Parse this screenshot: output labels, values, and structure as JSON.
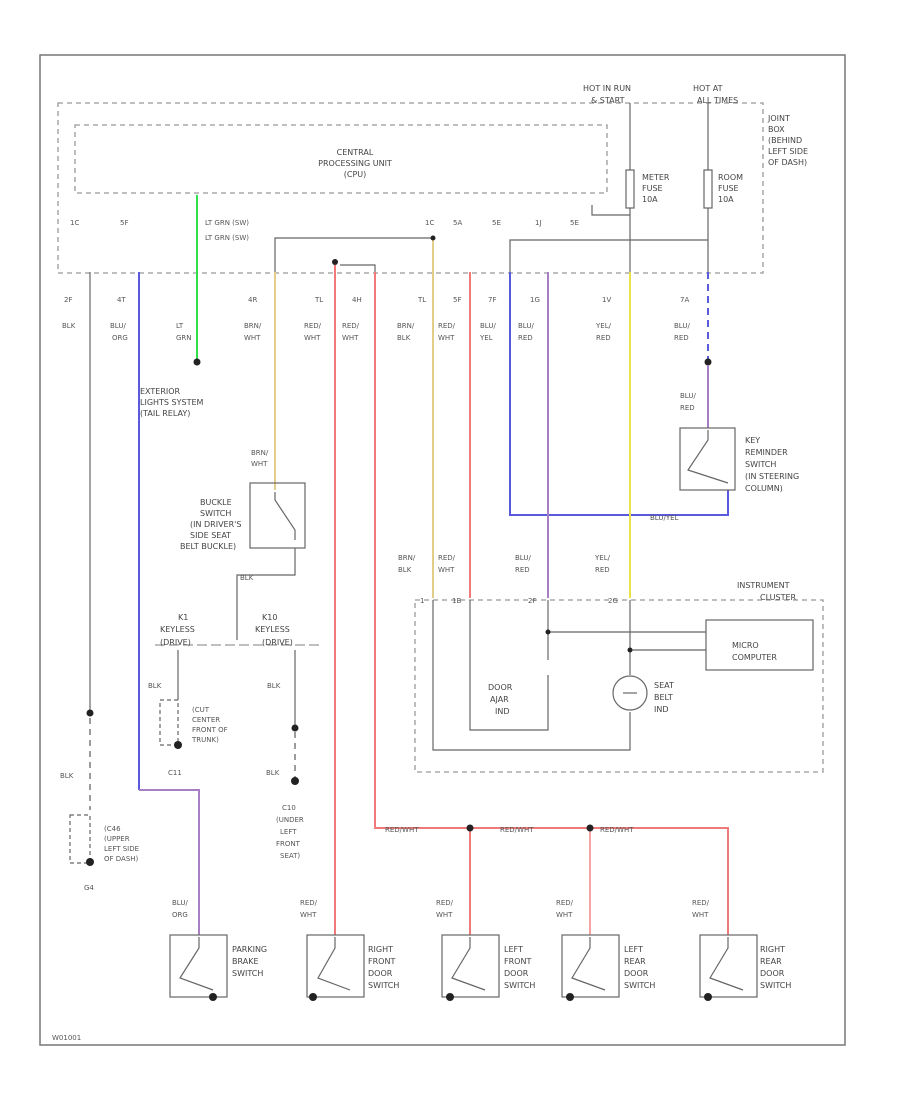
{
  "fuse": {
    "hot_run": "HOT IN RUN",
    "hot_run_2": "& START",
    "hot_at": "HOT AT",
    "hot_at_2": "ALL TIMES",
    "box": [
      "JOINT",
      "BOX",
      "(BEHIND",
      "LEFT SIDE",
      "OF DASH)"
    ],
    "meter_fuse": [
      "METER",
      "FUSE",
      "10A"
    ],
    "room_fuse": [
      "ROOM",
      "FUSE",
      "10A"
    ]
  },
  "cpu": {
    "title": [
      "CENTRAL",
      "PROCESSING UNIT",
      "(CPU)"
    ]
  },
  "cpu_pins": [
    "1C",
    "5F",
    "",
    "",
    "",
    "1C",
    "5A",
    "5E",
    "1J",
    "5E"
  ],
  "wpu_lines": [
    "LT GRN (SW)",
    "LT GRN (SW)"
  ],
  "upper_pins": [
    "2F",
    "4T",
    "",
    "4R",
    "TL",
    "4H",
    "TL",
    "5F",
    "7F",
    "1G",
    "1V",
    "7A"
  ],
  "upper_colors": [
    [
      "BLK"
    ],
    [
      "BLU/",
      "ORG"
    ],
    [
      "LT",
      "GRN"
    ],
    [
      "BRN/",
      "WHT"
    ],
    [
      "RED/",
      "WHT"
    ],
    [
      "RED/",
      "WHT"
    ],
    [
      "BRN/",
      "BLK"
    ],
    [
      "RED/",
      "WHT"
    ],
    [
      "BLU/",
      "YEL"
    ],
    [
      "BLU/",
      "RED"
    ],
    [
      "YEL/",
      "RED"
    ],
    [
      "BLU/",
      "RED"
    ]
  ],
  "exterior": [
    "EXTERIOR",
    "LIGHTS SYSTEM",
    "(TAIL RELAY)"
  ],
  "buckle": {
    "wire": [
      "BRN/",
      "WHT"
    ],
    "label": [
      "BUCKLE",
      "SWITCH",
      "(IN DRIVER'S",
      "SIDE SEAT",
      "BELT BUCKLE)"
    ],
    "ground_wire": "BLK"
  },
  "keyless": {
    "k1": [
      "K1",
      "KEYLESS",
      "(DRIVE)"
    ],
    "k2": [
      "K10",
      "KEYLESS",
      "(DRIVE)"
    ]
  },
  "g107": {
    "wire": "BLK",
    "label": [
      "(CUT",
      "CENTER",
      "FRONT OF",
      "TRUNK)"
    ],
    "name": "C11"
  },
  "g2": {
    "wire": "BLK",
    "label": [
      "C10",
      "(UNDER",
      "LEFT",
      "FRONT",
      "SEAT)"
    ]
  },
  "g4": {
    "wire": "BLK",
    "label": [
      "(C46",
      "(UPPER",
      "LEFT SIDE",
      "OF DASH)"
    ],
    "name": "G4"
  },
  "key_reminder": {
    "wire": [
      "BLU/",
      "RED"
    ],
    "label": [
      "KEY",
      "REMINDER",
      "SWITCH",
      "(IN STEERING",
      "COLUMN)"
    ],
    "return_wire": "BLU/YEL"
  },
  "instrument": {
    "label": [
      "INSTRUMENT",
      "CLUSTER"
    ],
    "wire_labels": [
      [
        "BRN/",
        "BLK"
      ],
      [
        "RED/",
        "WHT"
      ],
      [
        "BLU/",
        "RED"
      ],
      [
        "YEL/",
        "RED"
      ]
    ],
    "pin_labels": [
      "1",
      "1B",
      "2F",
      "2G"
    ],
    "micro": [
      "MICRO",
      "COMPUTER"
    ],
    "door_ajar": [
      "DOOR",
      "AJAR",
      "IND"
    ],
    "seat_belt": [
      "SEAT",
      "BELT",
      "IND"
    ]
  },
  "bus_labels": [
    "RED/WHT",
    "RED/WHT",
    "RED/WHT"
  ],
  "switches": [
    {
      "wire": [
        "BLU/",
        "ORG"
      ],
      "label": [
        "PARKING",
        "BRAKE",
        "SWITCH"
      ]
    },
    {
      "wire": [
        "RED/",
        "WHT"
      ],
      "label": [
        "RIGHT",
        "FRONT",
        "DOOR",
        "SWITCH"
      ]
    },
    {
      "wire": [
        "RED/",
        "WHT"
      ],
      "label": [
        "LEFT",
        "FRONT",
        "DOOR",
        "SWITCH"
      ]
    },
    {
      "wire": [
        "RED/",
        "WHT"
      ],
      "label": [
        "LEFT",
        "REAR",
        "DOOR",
        "SWITCH"
      ]
    },
    {
      "wire": [
        "RED/",
        "WHT"
      ],
      "label": [
        "RIGHT",
        "REAR",
        "DOOR",
        "SWITCH"
      ]
    }
  ],
  "footer_code": "W01001",
  "colors": {
    "red": "#f07a7a",
    "blue": "#5a5adc",
    "yellow": "#e9e24a",
    "green": "#2ee04a",
    "tan": "#e2cd8a",
    "violet": "#a77fc4",
    "gray": "#999999",
    "dark": "#666666"
  }
}
